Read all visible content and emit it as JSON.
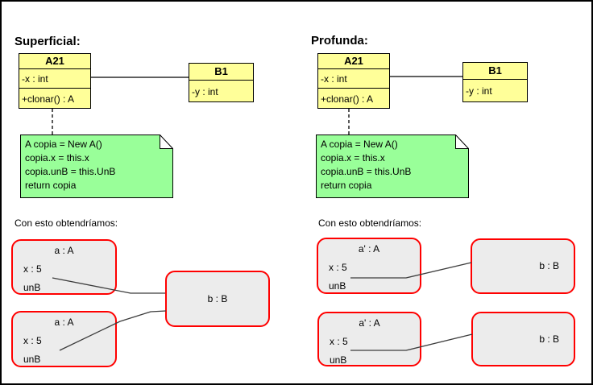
{
  "colors": {
    "class_fill": "#FFFF99",
    "note_fill": "#99FF99",
    "object_fill": "#ECECEC",
    "object_border": "#FF0000",
    "connector": "#000000",
    "reference_line": "#3C3C3C"
  },
  "left": {
    "heading": "Superficial:",
    "class_a": {
      "name": "A21",
      "attribute": "-x : int",
      "method": "+clonar() : A"
    },
    "class_b": {
      "name": "B1",
      "attribute": "-y : int"
    },
    "note": {
      "lines": [
        "A copia = New A()",
        "copia.x = this.x",
        "copia.unB = this.UnB",
        "return copia"
      ]
    },
    "caption": "Con esto obtendríamos:",
    "objects": {
      "a1": {
        "title": "a : A",
        "x": "x : 5",
        "ref": "unB"
      },
      "a2": {
        "title": "a : A",
        "x": "x : 5",
        "ref": "unB"
      },
      "b1": {
        "title": "b : B"
      }
    }
  },
  "right": {
    "heading": "Profunda:",
    "class_a": {
      "name": "A21",
      "attribute": "-x : int",
      "method": "+clonar() : A"
    },
    "class_b": {
      "name": "B1",
      "attribute": "-y : int"
    },
    "note": {
      "lines": [
        "A copia = New A()",
        "copia.x = this.x",
        "copia.unB = this.UnB",
        "return copia"
      ]
    },
    "caption": "Con esto obtendríamos:",
    "objects": {
      "a1": {
        "title": "a' : A",
        "x": "x : 5",
        "ref": "unB"
      },
      "a2": {
        "title": "a' : A",
        "x": "x : 5",
        "ref": "unB"
      },
      "b1": {
        "title": "b : B"
      },
      "b2": {
        "title": "b : B"
      }
    }
  }
}
